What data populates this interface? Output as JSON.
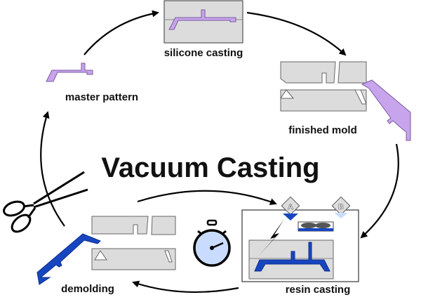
{
  "title": "Vacuum Casting",
  "steps": [
    {
      "label": "master pattern"
    },
    {
      "label": "silicone casting"
    },
    {
      "label": "finished mold"
    },
    {
      "label": "resin casting"
    },
    {
      "label": "demolding"
    }
  ],
  "resin_components": [
    "A",
    "B"
  ],
  "icons": [
    "scissors-icon",
    "stopwatch-icon",
    "lightning-icon",
    "mixer-icon"
  ],
  "colors": {
    "pattern": "#c7a4ec",
    "resin_part": "#1746c0",
    "mold": "#dcdcdc",
    "stopwatch_face": "#c9dcff"
  }
}
